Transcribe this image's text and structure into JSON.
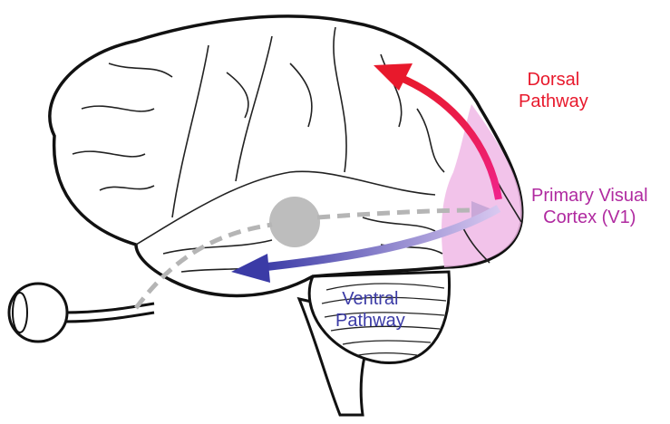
{
  "labels": {
    "dorsal": [
      "Dorsal",
      "Pathway"
    ],
    "v1": [
      "Primary Visual",
      "Cortex (V1)"
    ],
    "ventral": [
      "Ventral",
      "Pathway"
    ]
  },
  "colors": {
    "dorsal": "#e8192c",
    "v1": "#b02aa0",
    "ventral": "#3b3ba6",
    "v1_fill": "#f0b8e6",
    "dashed": "#b5b5b5",
    "lgn": "#bdbdbd"
  }
}
